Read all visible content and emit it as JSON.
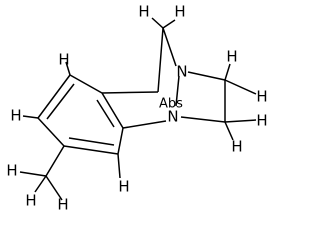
{
  "structure": {
    "atoms": {
      "h_top": "H",
      "h_top_right": "H",
      "n_upper": "N",
      "h_upper_right_1": "H",
      "h_upper_right_2": "H",
      "h_ring_top": "H",
      "h_ring_left": "H",
      "n_lower": "N",
      "h_lower_right_1": "H",
      "h_lower_right_2": "H",
      "h_methyl_1": "H",
      "h_methyl_2": "H",
      "h_methyl_3": "H",
      "h_ring_bottom": "H"
    },
    "stereo_label": "Abs"
  }
}
